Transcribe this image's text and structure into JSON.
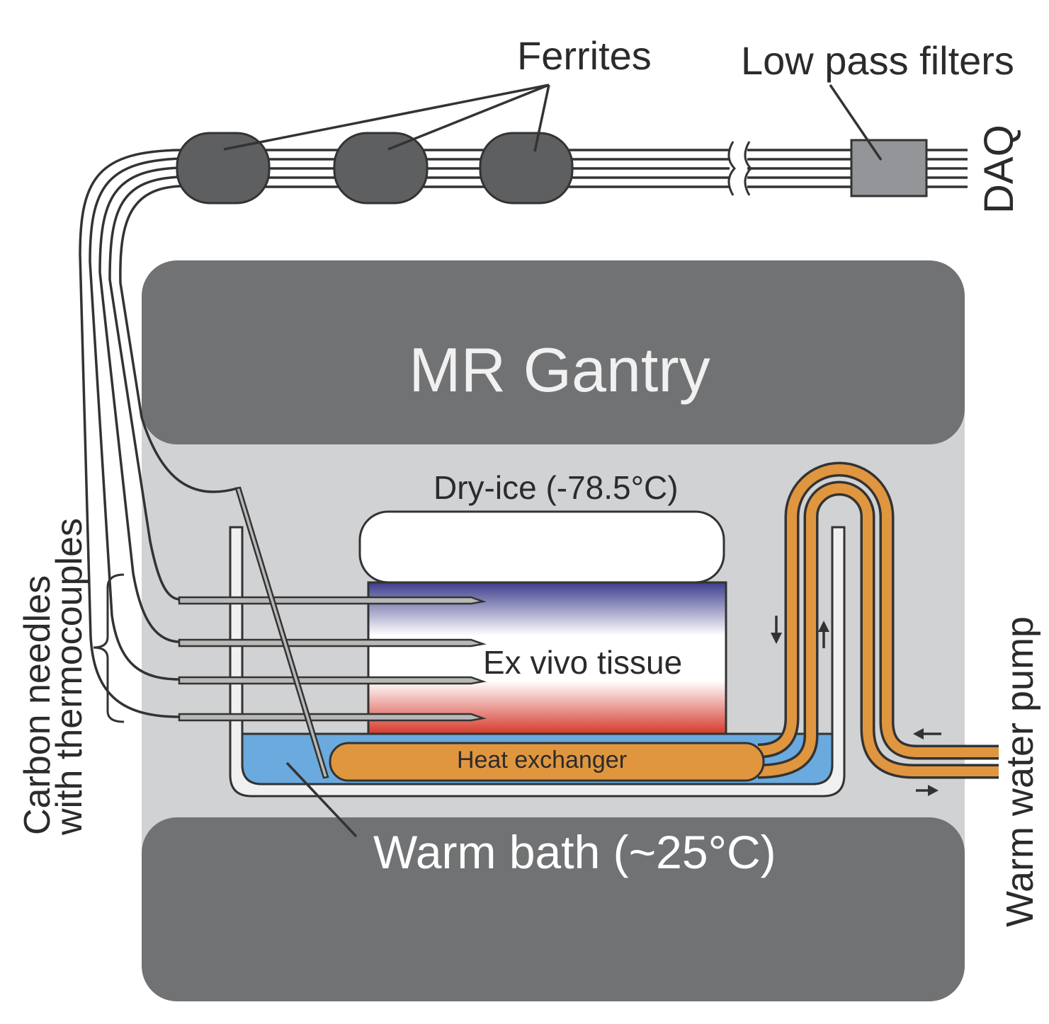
{
  "labels": {
    "ferrites": "Ferrites",
    "low_pass_filters": "Low pass filters",
    "daq": "DAQ",
    "mr_gantry": "MR Gantry",
    "dry_ice": "Dry-ice  (-78.5°C)",
    "ex_vivo_tissue": "Ex vivo tissue",
    "heat_exchanger": "Heat exchanger",
    "warm_bath": "Warm bath (~25°C)",
    "carbon_needles_line1": "Carbon needles",
    "carbon_needles_line2": "with thermocouples",
    "warm_water_pump": "Warm water pump"
  },
  "colors": {
    "gantry_dark": "#717274",
    "gantry_light": "#d1d2d4",
    "ferrite": "#5e5f61",
    "filter": "#939598",
    "water": "#6aaade",
    "heat_exchanger": "#e0963f",
    "tissue_cold": "#3d3d8c",
    "tissue_warm": "#d63a2c",
    "outline": "#333333"
  }
}
